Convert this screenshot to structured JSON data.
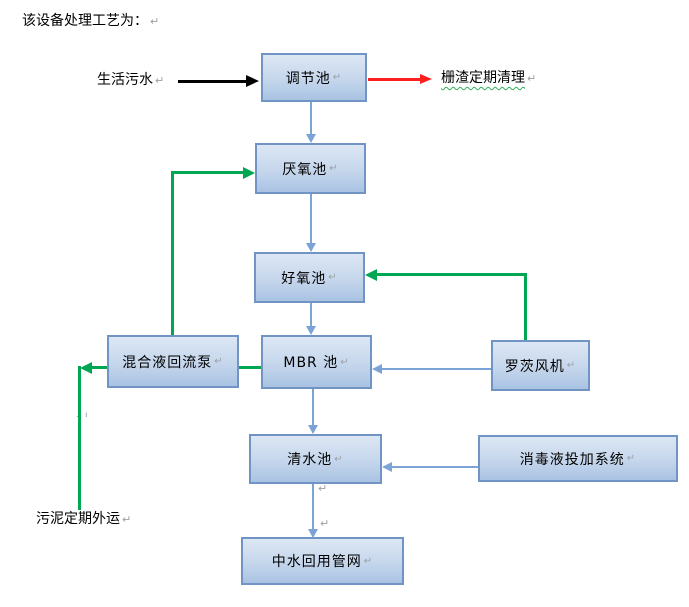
{
  "title": {
    "text": "该设备处理工艺为："
  },
  "formatting": {
    "pilcrow": "↵",
    "artifact": ". ı"
  },
  "labels": {
    "influent": "生活污水",
    "screen_residue": "栅渣定期清理",
    "sludge_out": "污泥定期外运"
  },
  "boxes": [
    {
      "id": "regulation-tank",
      "label": "调节池"
    },
    {
      "id": "anaerobic-tank",
      "label": "厌氧池"
    },
    {
      "id": "aerobic-tank",
      "label": "好氧池"
    },
    {
      "id": "mixed-liquor-return-pump",
      "label": "混合液回流泵"
    },
    {
      "id": "mbr-tank",
      "label": "MBR 池"
    },
    {
      "id": "roots-blower",
      "label": "罗茨风机"
    },
    {
      "id": "clean-water-tank",
      "label": "清水池"
    },
    {
      "id": "disinfectant-dosing-system",
      "label": "消毒液投加系统"
    },
    {
      "id": "reclaimed-water-pipe-network",
      "label": "中水回用管网"
    }
  ],
  "colors": {
    "box_fill_top": "#dde7f4",
    "box_fill_bottom": "#a9c3e3",
    "box_border": "#7095c5",
    "connector_blue": "#7ba3d6",
    "connector_green": "#00a651",
    "connector_red": "#fb1f1f",
    "connector_black": "#000000",
    "spellcheck_underline": "#2fae58"
  }
}
